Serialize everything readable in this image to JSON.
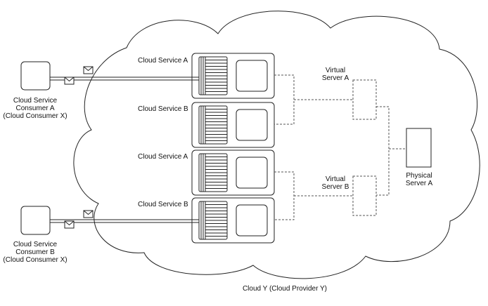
{
  "consumers": [
    {
      "lines": [
        "Cloud Service",
        "Consumer A",
        "(Cloud Consumer X)"
      ]
    },
    {
      "lines": [
        "Cloud Service",
        "Consumer B",
        "(Cloud Consumer X)"
      ]
    }
  ],
  "services": [
    {
      "label": "Cloud Service A"
    },
    {
      "label": "Cloud Service B"
    },
    {
      "label": "Cloud Service A"
    },
    {
      "label": "Cloud Service B"
    }
  ],
  "virtual_servers": [
    {
      "lines": [
        "Virtual",
        "Server A"
      ]
    },
    {
      "lines": [
        "Virtual",
        "Server B"
      ]
    }
  ],
  "physical_server": {
    "lines": [
      "Physical",
      "Server A"
    ]
  },
  "cloud": {
    "label": "Cloud Y (Cloud Provider Y)"
  }
}
